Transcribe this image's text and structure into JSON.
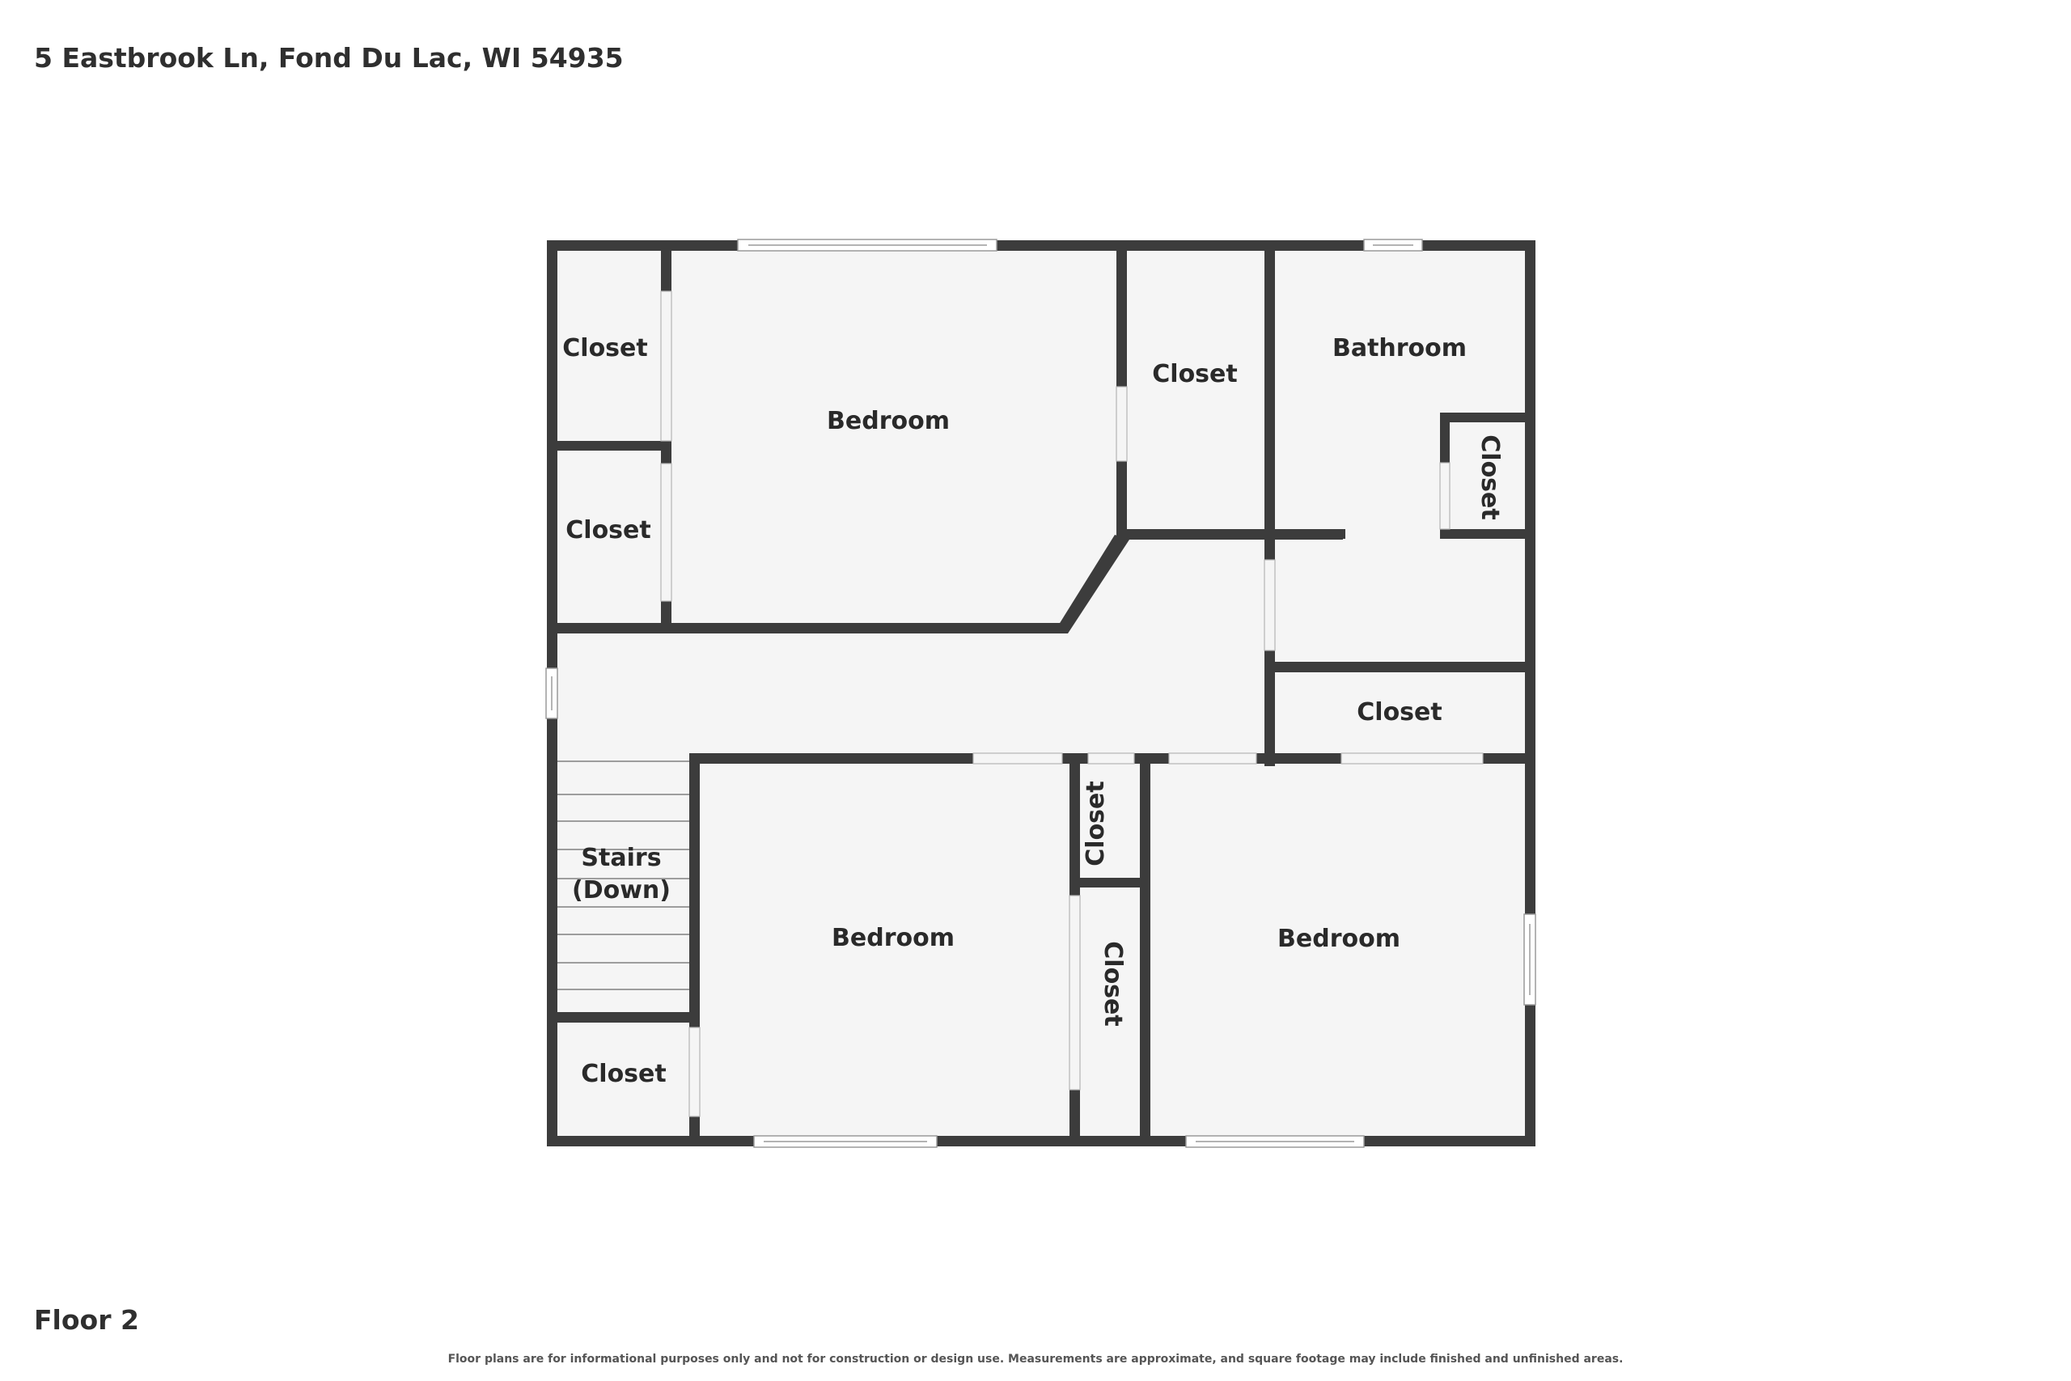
{
  "header": {
    "address": "5 Eastbrook Ln, Fond Du Lac, WI 54935"
  },
  "footer": {
    "floor": "Floor 2",
    "disclaimer": "Floor plans are for informational purposes only and not for construction or design use. Measurements are approximate, and square footage may include finished and unfinished areas."
  },
  "rooms": {
    "closet_top_left": "Closet",
    "closet_mid_left": "Closet",
    "bedroom_top": "Bedroom",
    "closet_top_center": "Closet",
    "bathroom": "Bathroom",
    "closet_bath": "Closet",
    "closet_right_hall": "Closet",
    "stairs_line1": "Stairs",
    "stairs_line2": "(Down)",
    "bedroom_bottom_left": "Bedroom",
    "closet_small_vertical": "Closet",
    "closet_long_vertical": "Closet",
    "bedroom_bottom_right": "Bedroom",
    "closet_bottom_left": "Closet"
  },
  "colors": {
    "wall": "#3c3c3c",
    "room_fill": "#f5f5f5",
    "background": "#ffffff"
  }
}
